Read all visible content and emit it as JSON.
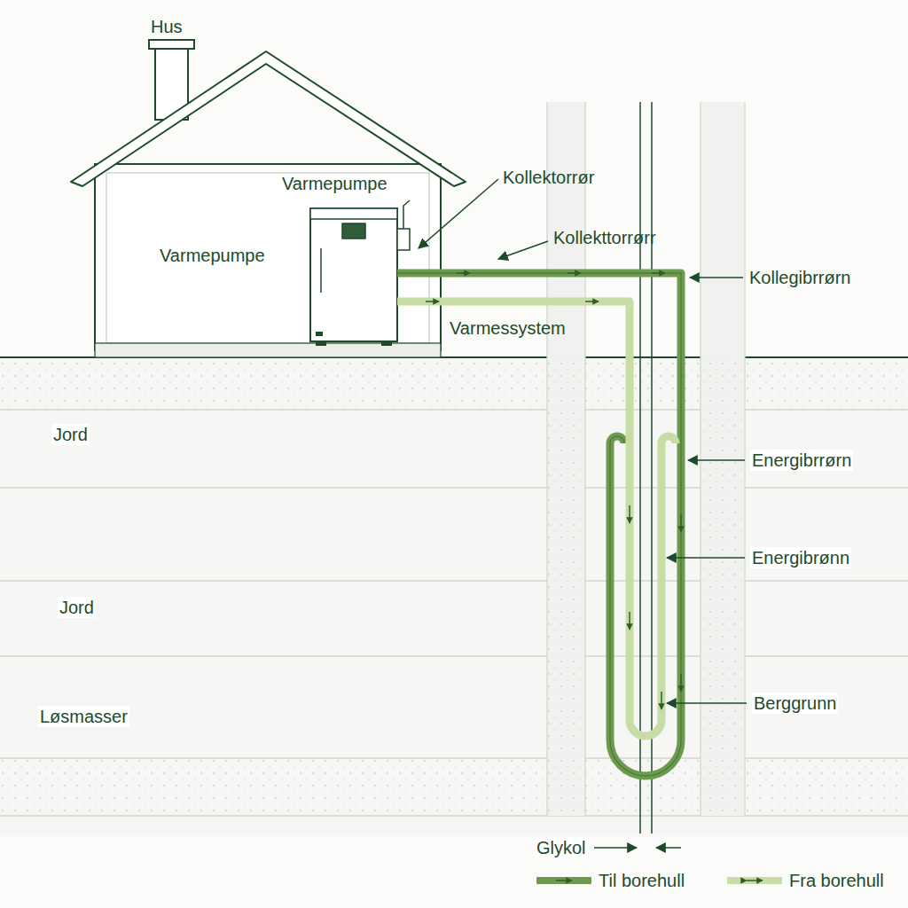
{
  "diagram": {
    "labels": [
      "Hus",
      "Varmepumpe",
      "Varmepumpe",
      "Kollektorrør",
      "Kollekttorrørr",
      "Kollegibrrørn",
      "Varmessystem",
      "Jord",
      "Jord",
      "Løsmasser",
      "Energibrrørn",
      "Energibrønn",
      "Berggrunn",
      "Glykol"
    ],
    "legend": [
      {
        "text": "Til borehull"
      },
      {
        "text": "Fra borehull"
      }
    ]
  }
}
